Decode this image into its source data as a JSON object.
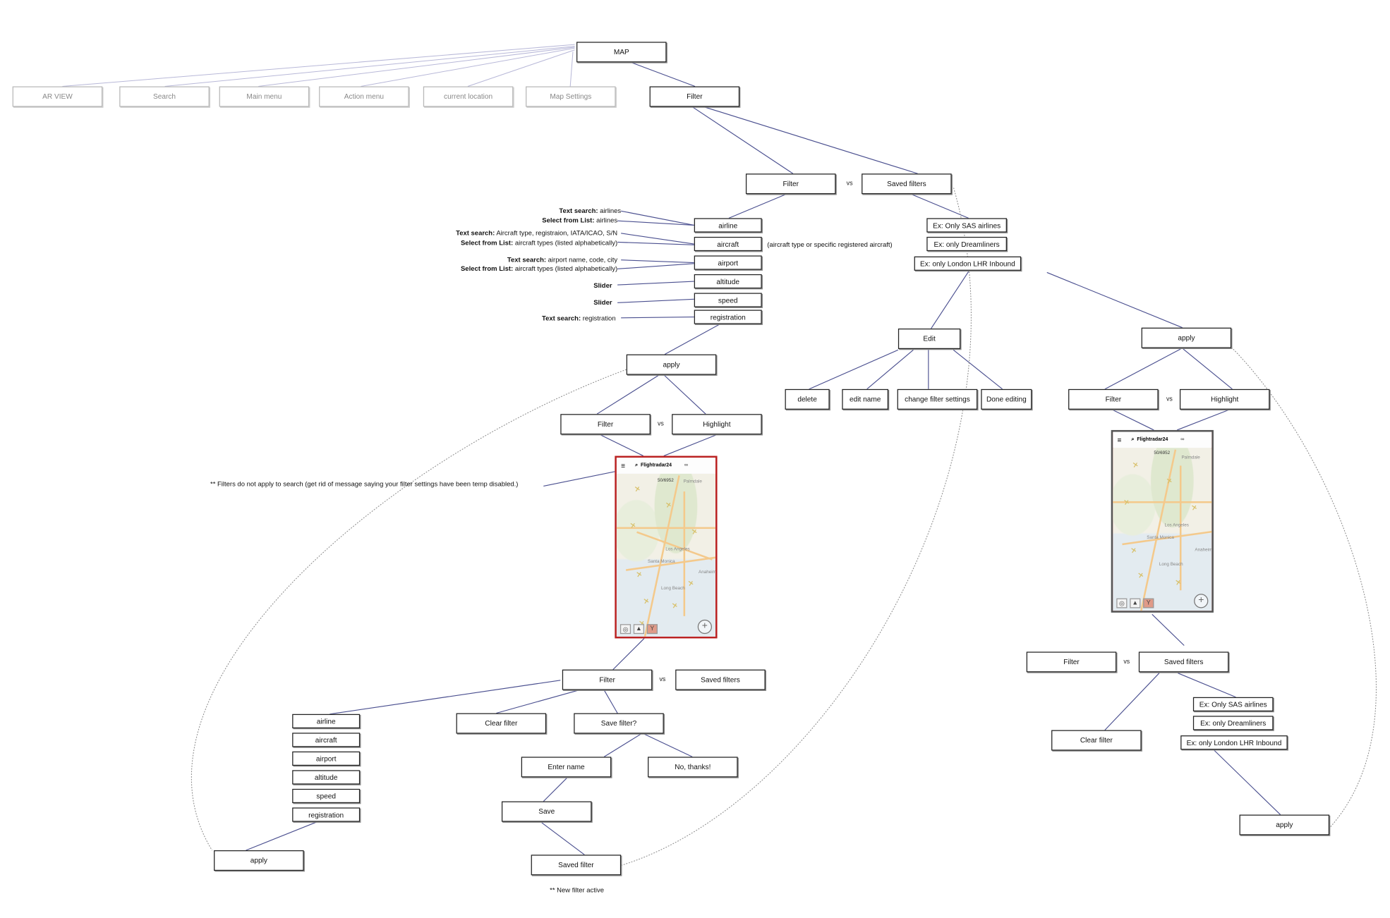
{
  "top": {
    "map": "MAP",
    "siblings": [
      "AR VIEW",
      "Search",
      "Main menu",
      "Action menu",
      "current location",
      "Map Settings"
    ],
    "filter": "Filter"
  },
  "branch": {
    "filter": "Filter",
    "vs": "vs",
    "saved_filters": "Saved filters"
  },
  "filter_options": {
    "items": [
      "airline",
      "aircraft",
      "airport",
      "altitude",
      "speed",
      "registration"
    ],
    "aircraft_note": "(aircraft type or specific registered aircraft)",
    "notes": [
      {
        "bold": "Text search:",
        "text": " airlines"
      },
      {
        "bold": "Select from List:",
        "text": " airlines"
      },
      {
        "bold": "Text search:",
        "text": " Aircraft type, registraion, IATA/ICAO, S/N"
      },
      {
        "bold": "Select from List:",
        "text": " aircraft types (listed alphabetically)"
      },
      {
        "bold": "Text search:",
        "text": " airport name, code, city"
      },
      {
        "bold": "Select from List:",
        "text": " aircraft types (listed alphabetically)"
      },
      {
        "bold": "Slider",
        "text": ""
      },
      {
        "bold": "Slider",
        "text": ""
      },
      {
        "bold": "Text search:",
        "text": " registration"
      }
    ],
    "apply": "apply",
    "filter": "Filter",
    "vs": "vs",
    "highlight": "Highlight"
  },
  "saved": {
    "examples": [
      "Ex: Only SAS airlines",
      "Ex: only Dreamliners",
      "Ex: only London LHR Inbound"
    ],
    "edit": "Edit",
    "edit_actions": [
      "delete",
      "edit name",
      "change filter settings",
      "Done editing"
    ],
    "apply": "apply",
    "filter": "Filter",
    "vs": "vs",
    "highlight": "Highlight"
  },
  "phone": {
    "title": "Flightradar24",
    "count": "50/6952",
    "places": [
      "Palmdale",
      "Los Angeles",
      "Santa Monica",
      "Long Beach",
      "Anaheim"
    ]
  },
  "search_note": "** Filters do not apply to search (get rid of  message saying your filter settings have been temp disabled.)",
  "after_left": {
    "filter": "Filter",
    "vs": "vs",
    "saved_filters": "Saved filters",
    "items": [
      "airline",
      "aircraft",
      "airport",
      "altitude",
      "speed",
      "registration"
    ],
    "apply": "apply",
    "clear_filter": "Clear filter",
    "save_filter": "Save filter?",
    "enter_name": "Enter name",
    "no_thanks": "No, thanks!",
    "save": "Save",
    "saved_filter": "Saved filter",
    "new_filter_note": "** New filter active"
  },
  "after_right": {
    "filter": "Filter",
    "vs": "vs",
    "saved_filters": "Saved filters",
    "examples": [
      "Ex: Only SAS airlines",
      "Ex: only Dreamliners",
      "Ex: only London LHR Inbound"
    ],
    "clear_filter": "Clear filter",
    "apply": "apply"
  },
  "colors": {
    "line": "#4a4f8f",
    "gray_line": "#b8b8d8",
    "phone_border": "#b22222"
  }
}
